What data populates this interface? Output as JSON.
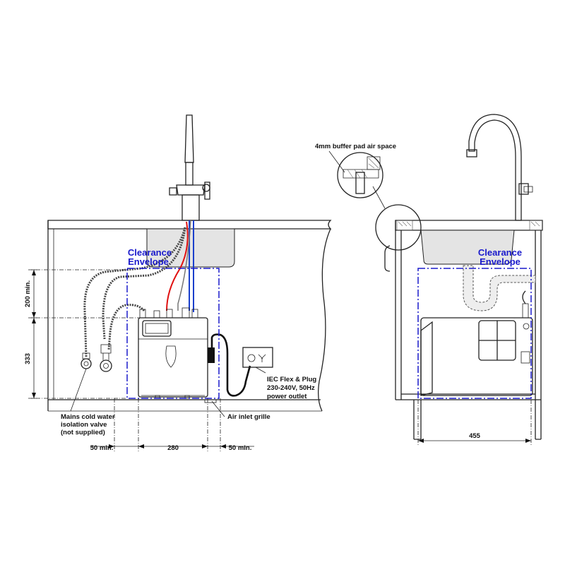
{
  "colors": {
    "clearance": "#1a1acc",
    "hot_pipe": "#e01010",
    "cold_pipe": "#1a3fcc",
    "line": "#222222",
    "sink_fill": "#e4e4e4"
  },
  "front_view": {
    "clearance_label_line1": "Clearance",
    "clearance_label_line2": "Envelope",
    "valve_label_line1": "Mains cold water",
    "valve_label_line2": "isolation valve",
    "valve_label_line3": "(not supplied)",
    "outlet_label_line1": "IEC Flex & Plug",
    "outlet_label_line2": "230-240V, 50Hz",
    "outlet_label_line3": "power outlet",
    "grille_label": "Air inlet grille",
    "dim_top": "200 min.",
    "dim_height": "333",
    "dim_left": "50 min.",
    "dim_width": "280",
    "dim_right": "50 min."
  },
  "side_view": {
    "buffer_label": "4mm buffer pad air space",
    "clearance_label_line1": "Clearance",
    "clearance_label_line2": "Envelope",
    "dim_depth": "455"
  },
  "icons": {
    "power_outlet": "power-outlet-icon",
    "isolation_valve": "valve-icon",
    "tap": "tap-icon"
  }
}
